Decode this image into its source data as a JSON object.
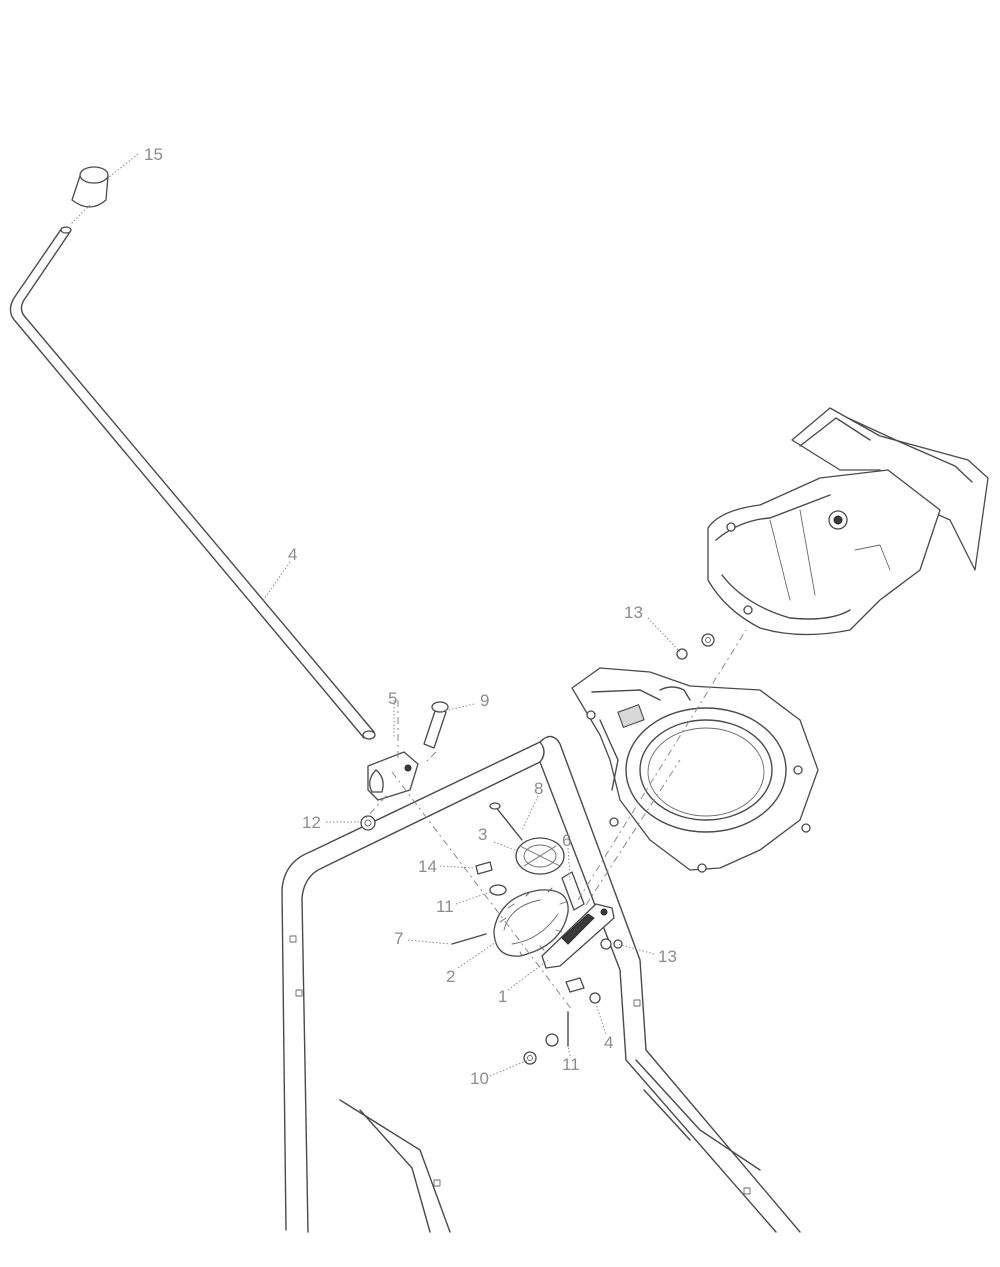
{
  "diagram": {
    "callouts": [
      {
        "id": "c-15",
        "text": "15"
      },
      {
        "id": "c-4a",
        "text": "4"
      },
      {
        "id": "c-13a",
        "text": "13"
      },
      {
        "id": "c-5",
        "text": "5"
      },
      {
        "id": "c-9",
        "text": "9"
      },
      {
        "id": "c-12",
        "text": "12"
      },
      {
        "id": "c-8",
        "text": "8"
      },
      {
        "id": "c-3",
        "text": "3"
      },
      {
        "id": "c-6",
        "text": "6"
      },
      {
        "id": "c-14",
        "text": "14"
      },
      {
        "id": "c-11a",
        "text": "11"
      },
      {
        "id": "c-7",
        "text": "7"
      },
      {
        "id": "c-13b",
        "text": "13"
      },
      {
        "id": "c-2",
        "text": "2"
      },
      {
        "id": "c-1",
        "text": "1"
      },
      {
        "id": "c-4b",
        "text": "4"
      },
      {
        "id": "c-10",
        "text": "10"
      },
      {
        "id": "c-11b",
        "text": "11"
      }
    ]
  }
}
